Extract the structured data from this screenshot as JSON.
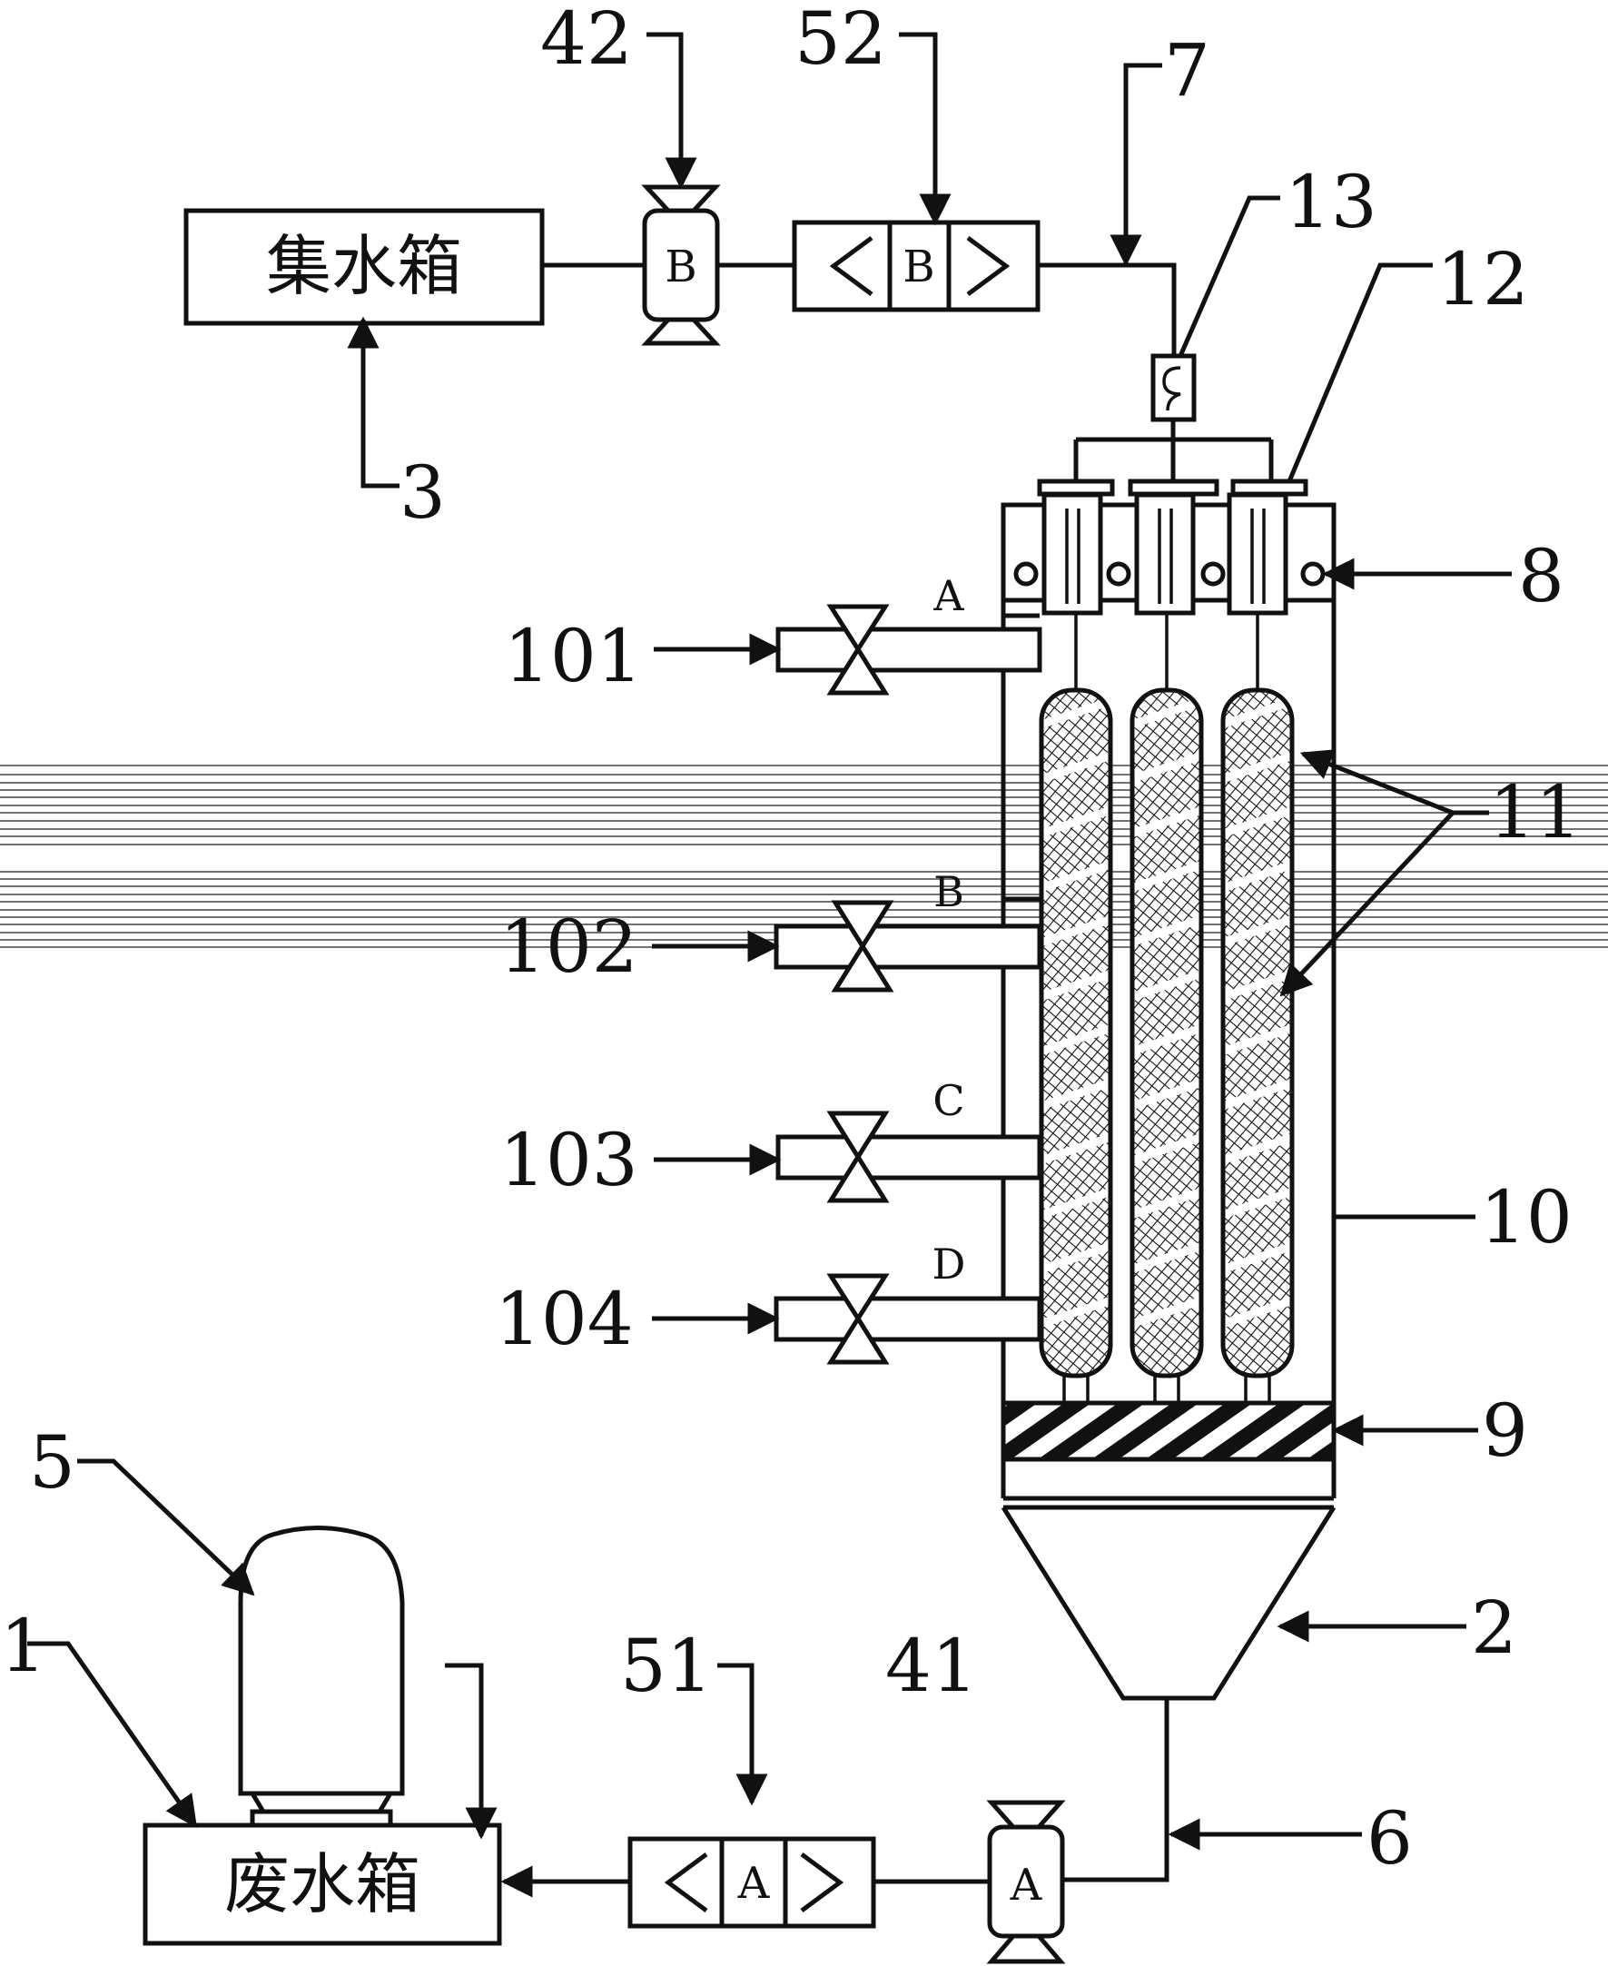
{
  "tanks": {
    "collector": "集水箱",
    "waste": "废水箱"
  },
  "valve_labels": {
    "upper_valve": "B",
    "upper_pump": "B",
    "lower_valve": "A",
    "lower_pump": "A"
  },
  "ports": [
    "A",
    "B",
    "C",
    "D"
  ],
  "numbers": {
    "n42": "42",
    "n52": "52",
    "n7": "7",
    "n13": "13",
    "n12": "12",
    "n3": "3",
    "n8": "8",
    "n101": "101",
    "n102": "102",
    "n103": "103",
    "n104": "104",
    "n11": "11",
    "n10": "10",
    "n9": "9",
    "n5": "5",
    "n2": "2",
    "n1": "1",
    "n51": "51",
    "n41": "41",
    "n6": "6"
  }
}
